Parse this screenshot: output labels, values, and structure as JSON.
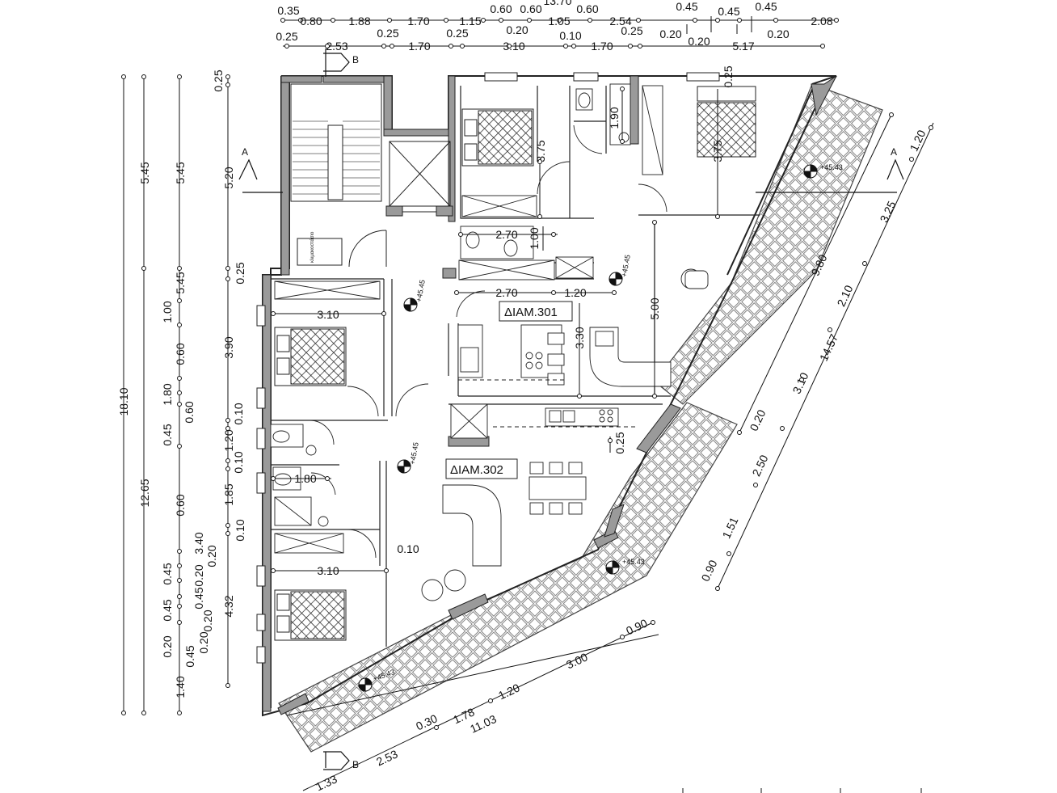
{
  "units": [
    "ΔΙΑΜ.301",
    "ΔΙΑΜ.302"
  ],
  "stair_label": [
    "B",
    "A",
    "A",
    "B"
  ],
  "stair_text": "κλιμακοστάσιο",
  "elevations": [
    "+45.45",
    "+45.45",
    "+45.45",
    "+45.43",
    "+45.43",
    "+45.43"
  ],
  "top_dims_row1": [
    "0.35",
    "0.80",
    "1.88",
    "1.70",
    "1.15",
    "0.60",
    "0.60",
    "1.05",
    "0.60",
    "2.54",
    "0.45",
    "0.45",
    "0.45",
    "2.08"
  ],
  "top_dims_row1b": [
    "0.20",
    "0.20",
    "0.20",
    "0.20"
  ],
  "top_dims_row2": [
    "0.25",
    "2.53",
    "0.25",
    "1.70",
    "0.25",
    "3.10",
    "0.10",
    "1.70",
    "0.25",
    "5.17"
  ],
  "left_dims_outer": [
    "18.10",
    "12.65"
  ],
  "left_dims_mid": [
    "5.45",
    "5.45",
    "1.00",
    "0.60",
    "1.80",
    "0.60",
    "0.45",
    "0.60",
    "3.40",
    "0.20",
    "0.45",
    "0.20",
    "0.45",
    "0.45",
    "0.20",
    "0.45",
    "0.20",
    "0.20",
    "1.40"
  ],
  "left_dims_inner": [
    "0.25",
    "5.20",
    "0.25",
    "3.90",
    "0.10",
    "1.20",
    "0.10",
    "1.85",
    "0.10",
    "4.32"
  ],
  "interior_dims": [
    "3.75",
    "1.90",
    "3.75",
    "2.70",
    "1.00",
    "2.70",
    "1.20",
    "3.30",
    "5.00",
    "3.10",
    "1.80",
    "3.10",
    "0.10",
    "0.25",
    "0.25"
  ],
  "right_dims": [
    "1.20",
    "3.25",
    "9.80",
    "2.10",
    "14.57",
    "3.10",
    "0.20",
    "2.50",
    "1.51",
    "0.90"
  ],
  "bottom_dims": [
    "0.90",
    "3.00",
    "1.20",
    "1.78",
    "0.30",
    "11.03",
    "2.53",
    "1.33"
  ],
  "top_partial": "13.70"
}
